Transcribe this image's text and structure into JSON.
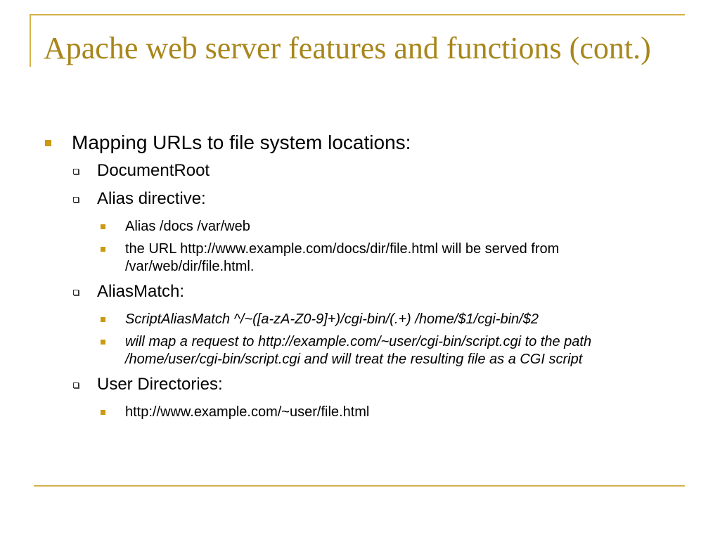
{
  "slide": {
    "title": "Apache web server features and functions (cont.)",
    "items": [
      {
        "level": 1,
        "text": "Mapping URLs to file system locations:"
      },
      {
        "level": 2,
        "text": "DocumentRoot"
      },
      {
        "level": 2,
        "text": "Alias directive:"
      },
      {
        "level": 3,
        "text": "Alias /docs /var/web"
      },
      {
        "level": 3,
        "text": "the URL http://www.example.com/docs/dir/file.html will be served from /var/web/dir/file.html."
      },
      {
        "level": 2,
        "text": "AliasMatch:"
      },
      {
        "level": 3,
        "text": "ScriptAliasMatch ^/~([a-zA-Z0-9]+)/cgi-bin/(.+) /home/$1/cgi-bin/$2",
        "italic": true
      },
      {
        "level": 3,
        "text": "will map a request to http://example.com/~user/cgi-bin/script.cgi to the path /home/user/cgi-bin/script.cgi and will treat the resulting file as a CGI script",
        "italic": true
      },
      {
        "level": 2,
        "text": "User Directories:"
      },
      {
        "level": 3,
        "text": "http://www.example.com/~user/file.html"
      }
    ]
  },
  "colors": {
    "title": "#a8861b",
    "accent_lines": "#d4b24a",
    "bullets": "#c99a12"
  }
}
